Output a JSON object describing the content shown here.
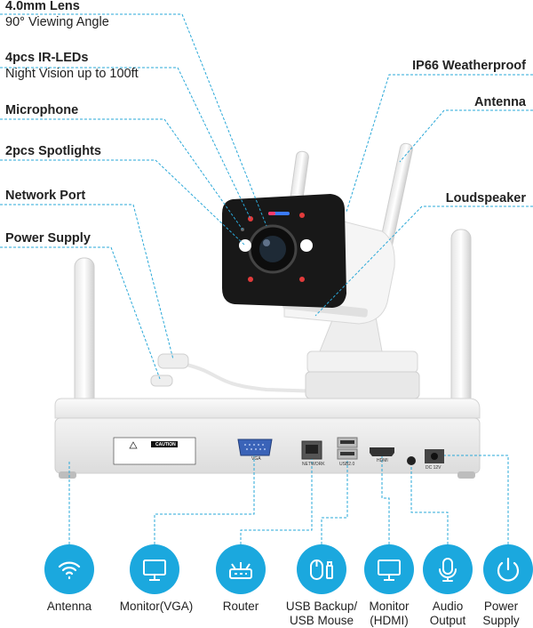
{
  "callouts": {
    "lens": {
      "title": "4.0mm Lens",
      "sub": "90° Viewing Angle"
    },
    "ir": {
      "title": "4pcs IR-LEDs",
      "sub": "Night Vision up to 100ft"
    },
    "mic": {
      "title": "Microphone"
    },
    "spot": {
      "title": "2pcs Spotlights"
    },
    "net": {
      "title": "Network Port"
    },
    "power": {
      "title": "Power Supply"
    },
    "ip66": {
      "title": "IP66 Weatherproof"
    },
    "antenna": {
      "title": "Antenna"
    },
    "speaker": {
      "title": "Loudspeaker"
    }
  },
  "nvr": {
    "caution": "CAUTION",
    "vga": "VGA",
    "network": "NETWORK",
    "usb": "USB2.0",
    "hdmi": "HDMI",
    "dc": "DC 12V"
  },
  "ports": [
    {
      "icon": "wifi-icon",
      "label": "Antenna"
    },
    {
      "icon": "monitor-icon",
      "label": "Monitor(VGA)"
    },
    {
      "icon": "router-icon",
      "label": "Router"
    },
    {
      "icon": "usb-mouse-icon",
      "label": "USB Backup/\nUSB Mouse"
    },
    {
      "icon": "monitor-icon",
      "label": "Monitor\n(HDMI)"
    },
    {
      "icon": "microphone-icon",
      "label": "Audio\nOutput"
    },
    {
      "icon": "power-icon",
      "label": "Power\nSupply"
    }
  ],
  "colors": {
    "accent": "#1ba8de",
    "dash": "#2aa8d8"
  }
}
